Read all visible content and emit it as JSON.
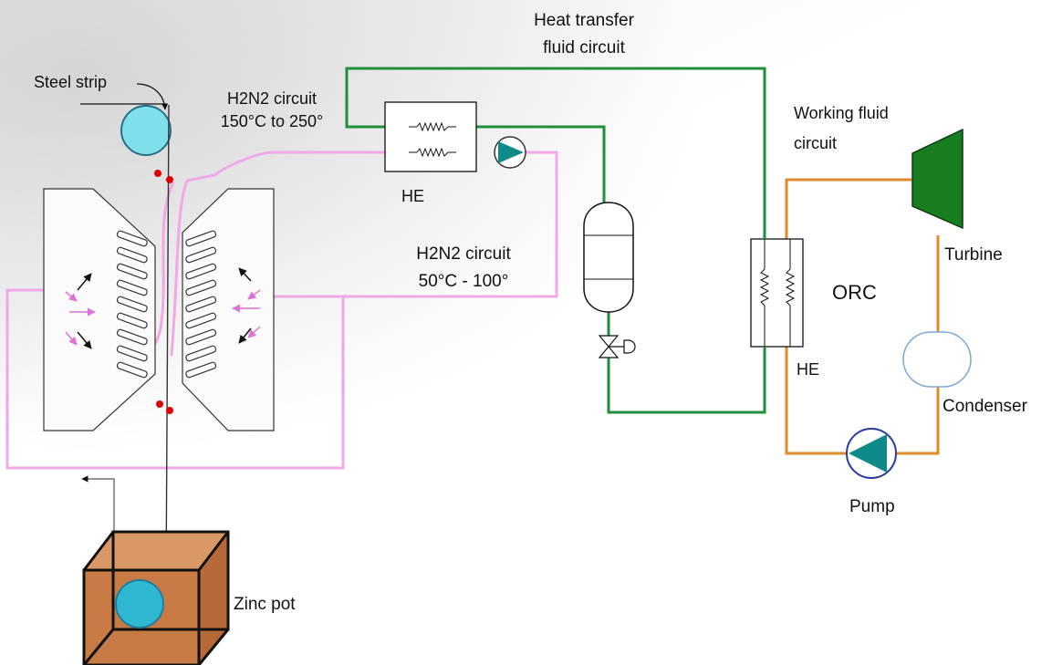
{
  "labels": {
    "steel_strip": "Steel strip",
    "h2n2_hot_line1": "H2N2 circuit",
    "h2n2_hot_line2": "150°C to 250°",
    "htf_line1": "Heat transfer",
    "htf_line2": "fluid circuit",
    "he_left": "HE",
    "h2n2_cool_line1": "H2N2 circuit",
    "h2n2_cool_line2": "50°C - 100°",
    "working_line1": "Working fluid",
    "working_line2": "circuit",
    "turbine": "Turbine",
    "orc": "ORC",
    "he_right": "HE",
    "condenser": "Condenser",
    "pump": "Pump",
    "zinc_pot": "Zinc pot"
  },
  "colors": {
    "h2n2_circuit": "#f0a8e8",
    "heat_transfer_circuit": "#1f8f3a",
    "working_fluid_circuit": "#e08a2a",
    "turbine_fill": "#187d1f",
    "pump_fill": "#0f8a8a",
    "roller_fill": "#7fe0ec",
    "zinc_pot_fill": "#c87a45",
    "sensor_dots": "#e00000"
  }
}
